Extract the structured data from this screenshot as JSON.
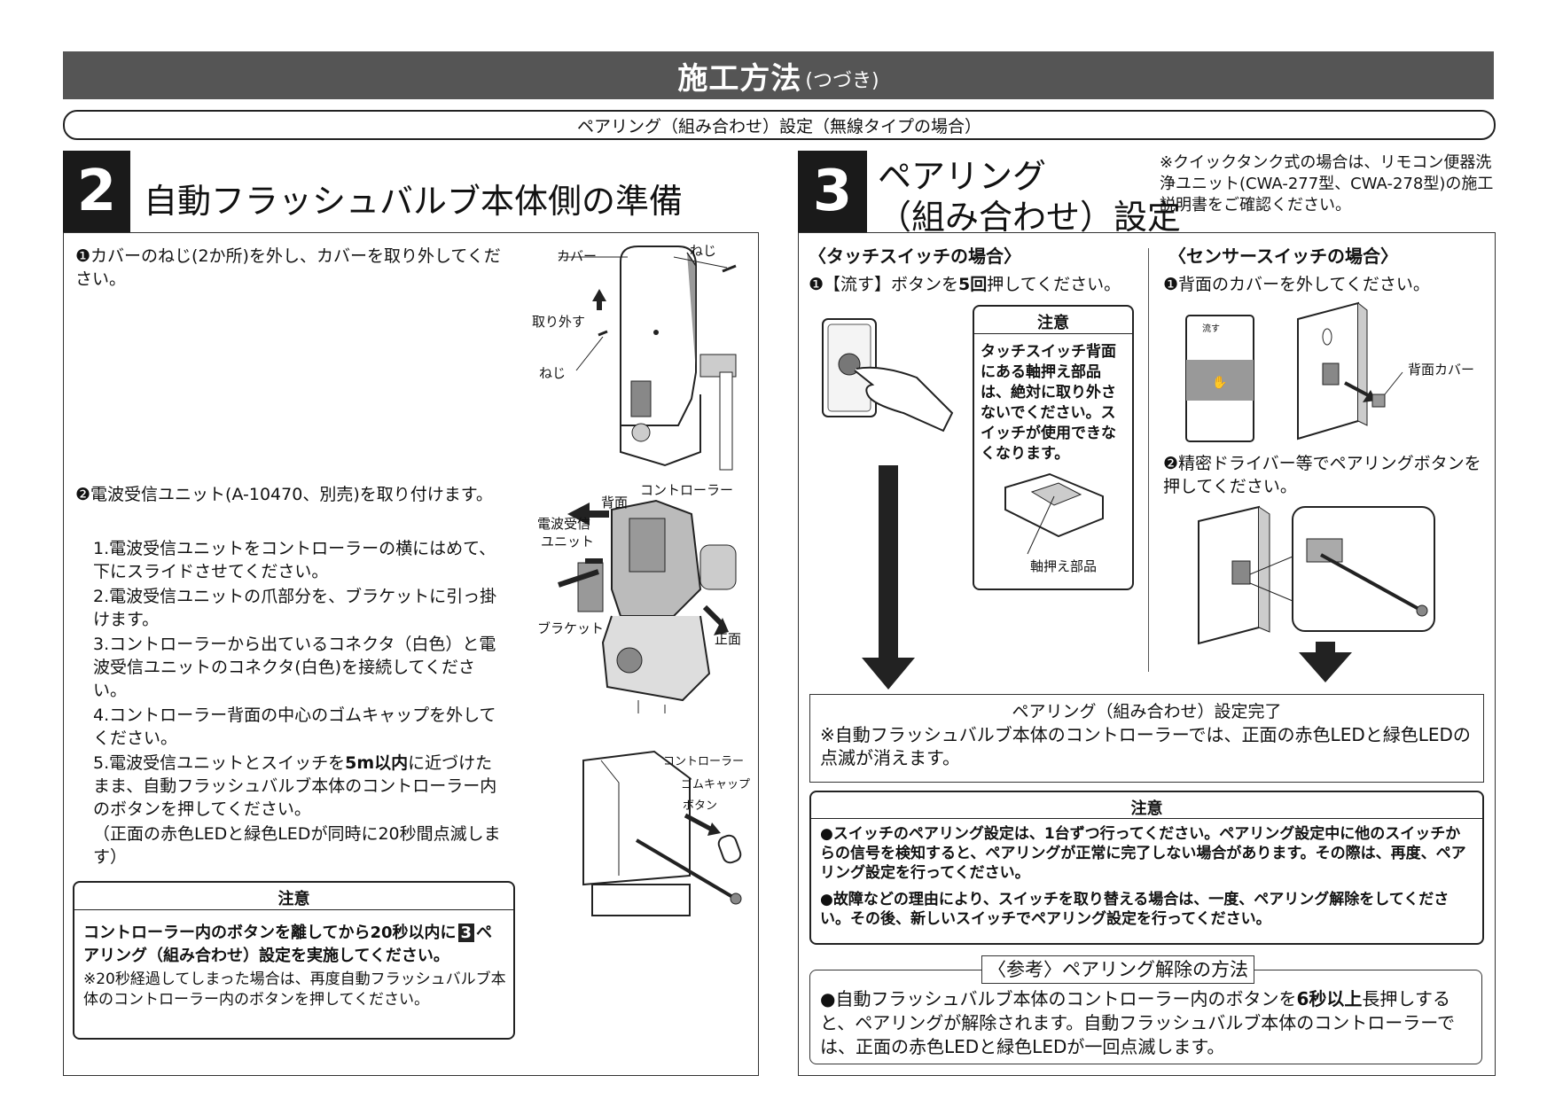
{
  "header": {
    "title": "施工方法",
    "title_suffix": "(つづき)"
  },
  "subheader": "ペアリング（組み合わせ）設定（無線タイプの場合）",
  "sec2": {
    "num": "2",
    "title": "自動フラッシュバルブ本体側の準備",
    "step1": "❶カバーのねじ(2か所)を外し、カバーを取り外してください。",
    "fig1": {
      "cover": "カバー",
      "screw_top": "ねじ",
      "remove": "取り外す",
      "screw_bottom": "ねじ"
    },
    "step2": "❷電波受信ユニット(A-10470、別売)を取り付けます。",
    "items": [
      "1.電波受信ユニットをコントローラーの横にはめて、下にスライドさせてください。",
      "2.電波受信ユニットの爪部分を、ブラケットに引っ掛けます。",
      "3.コントローラーから出ているコネクタ（白色）と電波受信ユニットのコネクタ(白色)を接続してください。",
      "4.コントローラー背面の中心のゴムキャップを外してください。"
    ],
    "item5_a": "5.電波受信ユニットとスイッチを",
    "item5_b": "5m以内",
    "item5_c": "に近づけたまま、自動フラッシュバルブ本体のコントローラー内のボタンを押してください。",
    "note_paren": "（正面の赤色LEDと緑色LEDが同時に20秒間点滅します）",
    "fig2": {
      "back": "背面",
      "controller": "コントローラー",
      "radio_unit_1": "電波受信",
      "radio_unit_2": "ユニット",
      "bracket": "ブラケット",
      "front": "正面"
    },
    "fig3": {
      "controller": "コントローラー",
      "rubber_cap": "ゴムキャップ",
      "button": "ボタン"
    },
    "caution": {
      "title": "注意",
      "text_a": "コントローラー内のボタンを離してから20秒以内に",
      "text_num": "3",
      "text_b": "ペアリング（組み合わせ）設定を実施してください。",
      "note": "※20秒経過してしまった場合は、再度自動フラッシュバルブ本体のコントローラー内のボタンを押してください。"
    }
  },
  "sec3": {
    "num": "3",
    "title_1": "ペアリング",
    "title_2": "（組み合わせ）設定",
    "note": "※クイックタンク式の場合は、リモコン便器洗浄ユニット(CWA-277型、CWA-278型)の施工説明書をご確認ください。",
    "touch": {
      "title": "〈タッチスイッチの場合〉",
      "step_a": "❶【流す】ボタンを",
      "step_b": "5回",
      "step_c": "押してください。",
      "caution_title": "注意",
      "caution_text": "タッチスイッチ背面にある軸押え部品は、絶対に取り外さないでください。スイッチが使用できなくなります。",
      "part_label": "軸押え部品"
    },
    "sensor": {
      "title": "〈センサースイッチの場合〉",
      "step1": "❶背面のカバーを外してください。",
      "back_cover": "背面カバー",
      "switch_label": "流す",
      "step2": "❷精密ドライバー等でペアリングボタンを押してください。"
    },
    "complete": {
      "title": "ペアリング（組み合わせ）設定完了",
      "text": "※自動フラッシュバルブ本体のコントローラーでは、正面の赤色LEDと緑色LEDの点滅が消えます。"
    },
    "caution": {
      "title": "注意",
      "bullets": [
        "●スイッチのペアリング設定は、1台ずつ行ってください。ペアリング設定中に他のスイッチからの信号を検知すると、ペアリングが正常に完了しない場合があります。その際は、再度、ペアリング設定を行ってください。",
        "●故障などの理由により、スイッチを取り替える場合は、一度、ペアリング解除をしてください。その後、新しいスイッチでペアリング設定を行ってください。"
      ]
    },
    "reference": {
      "title": "〈参考〉ペアリング解除の方法",
      "text_a": "●自動フラッシュバルブ本体のコントローラー内のボタンを",
      "text_b": "6秒以上",
      "text_c": "長押しすると、ペアリングが解除されます。自動フラッシュバルブ本体のコントローラーでは、正面の赤色LEDと緑色LEDが一回点滅します。"
    }
  }
}
